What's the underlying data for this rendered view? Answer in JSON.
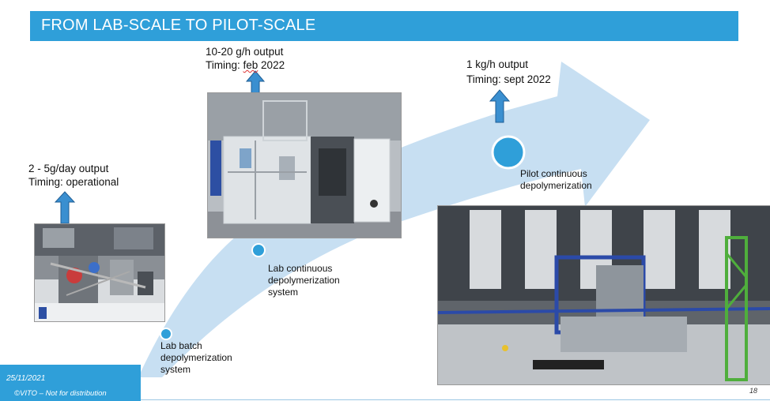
{
  "header": {
    "title": "FROM LAB-SCALE TO PILOT-SCALE"
  },
  "stage1": {
    "output": "2 - 5g/day output",
    "timing": "Timing: operational",
    "label": "Lab batch depolymerization system"
  },
  "stage2": {
    "output": "10-20 g/h output",
    "timing_prefix": "Timing: ",
    "timing_word": "feb",
    "timing_suffix": " 2022",
    "label": "Lab continuous depolymerization system"
  },
  "stage3": {
    "output": "1 kg/h output",
    "timing": "Timing: sept 2022",
    "label": "Pilot continuous depolymerization"
  },
  "footer": {
    "date": "25/11/2021",
    "copyright": "©VITO – Not for distribution",
    "page": "18"
  },
  "colors": {
    "accent": "#2f9fd9",
    "arrow": "#c7dff2",
    "up_arrow": "#3a8fd0",
    "dot": "#2f9fd9"
  }
}
